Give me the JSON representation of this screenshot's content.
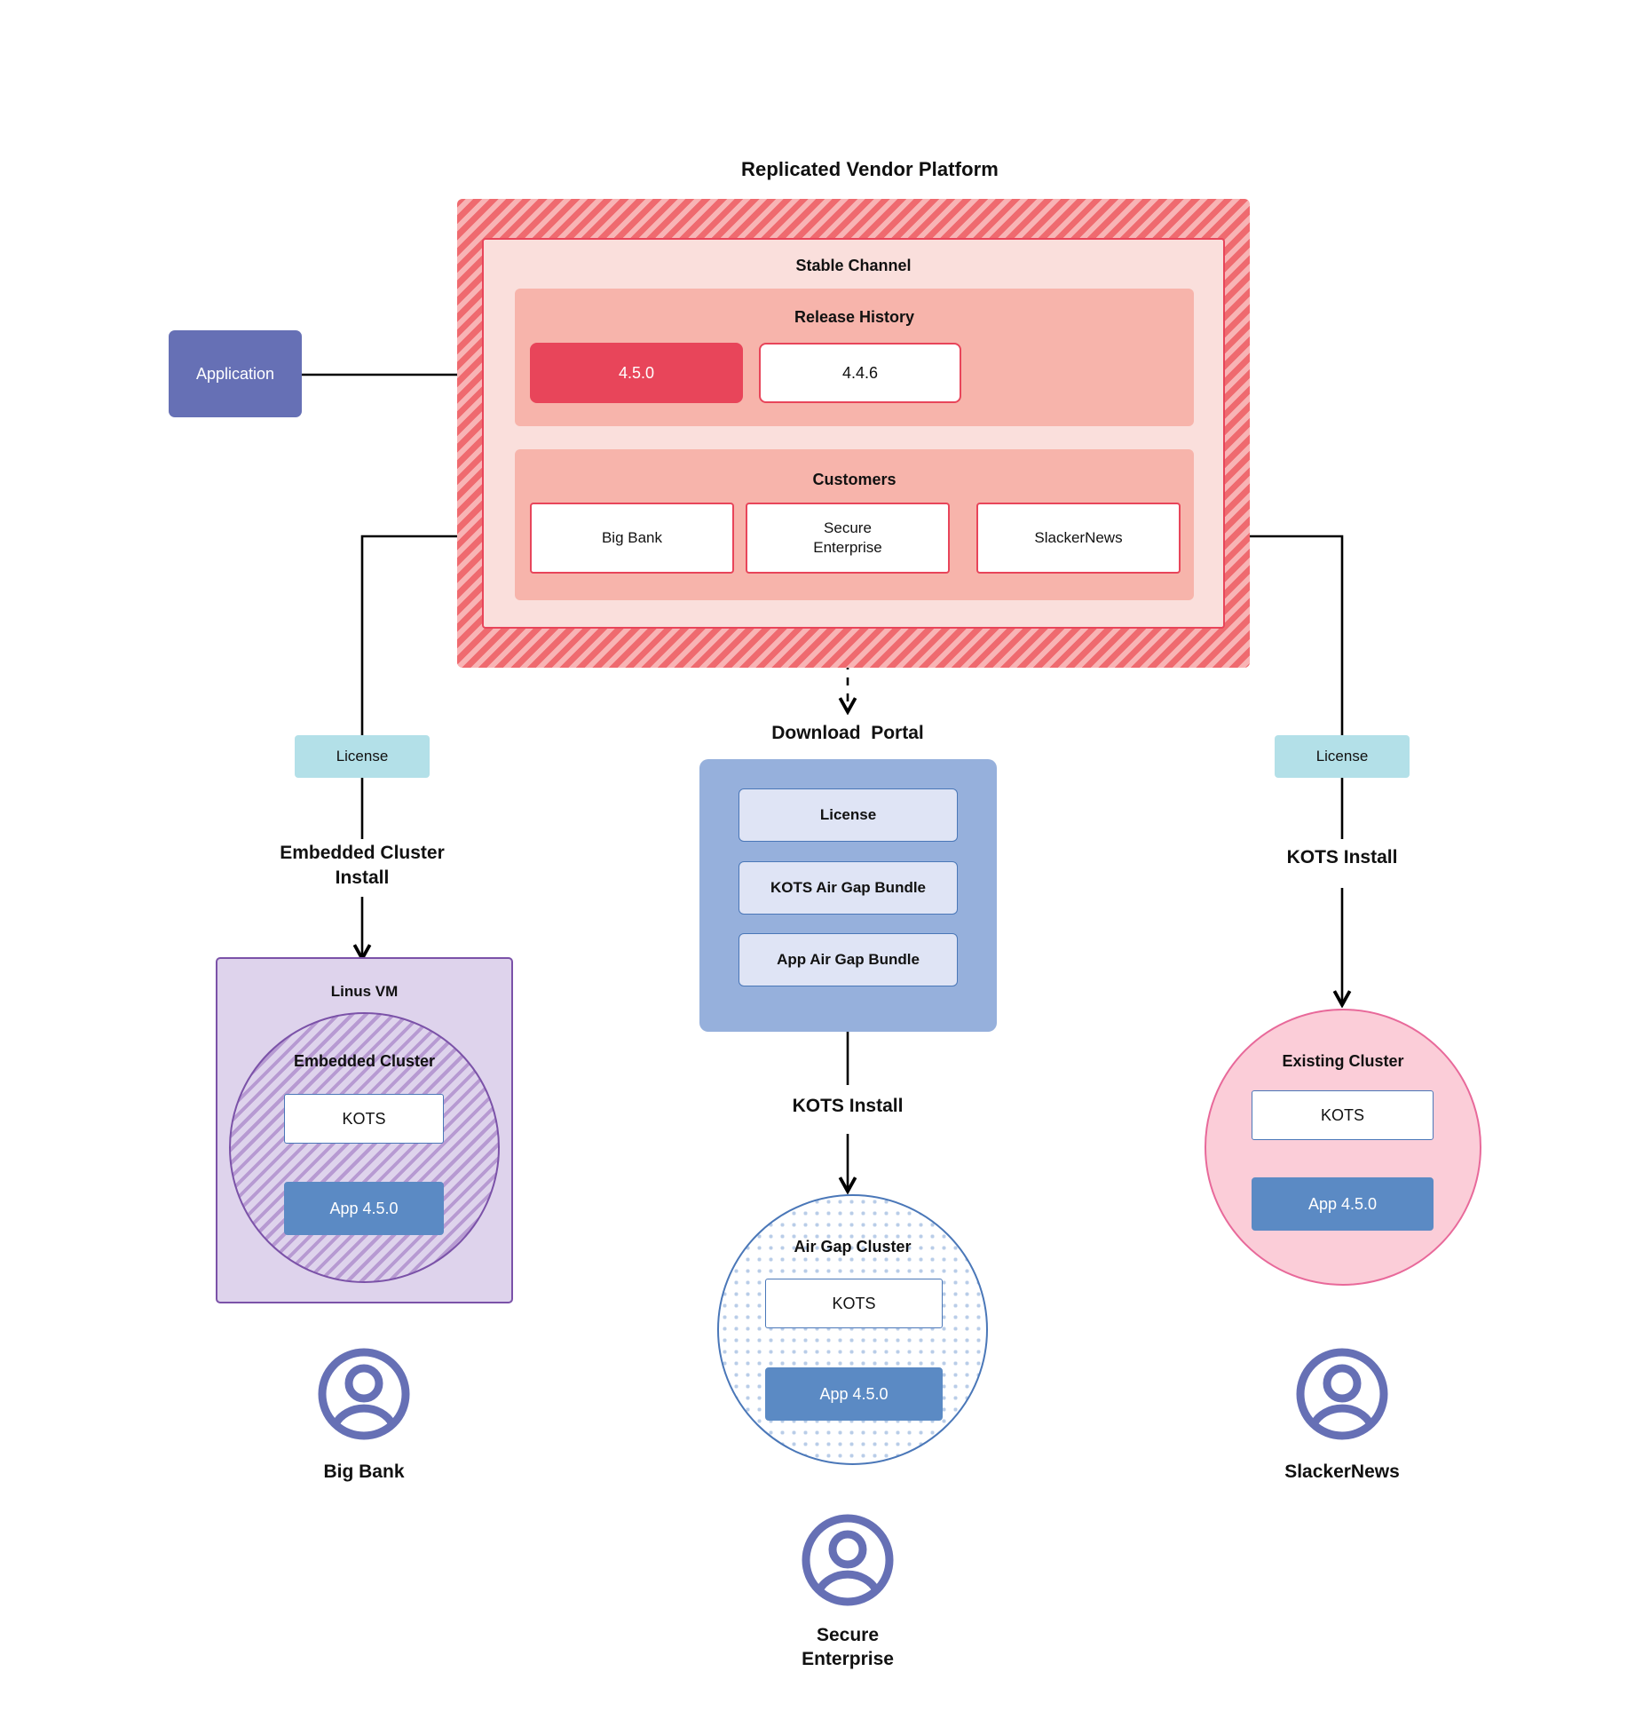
{
  "diagram": {
    "title": "Replicated Vendor Platform",
    "application": {
      "label": "Application"
    },
    "platform": {
      "channel_title": "Stable Channel",
      "release_history": {
        "title": "Release History",
        "releases": [
          {
            "version": "4.5.0",
            "state": "current"
          },
          {
            "version": "4.4.6",
            "state": "previous"
          }
        ]
      },
      "customers_section": {
        "title": "Customers",
        "customers": [
          {
            "name": "Big Bank"
          },
          {
            "name": "Secure\nEnterprise"
          },
          {
            "name": "SlackerNews"
          }
        ]
      }
    },
    "branches": {
      "left": {
        "license_label": "License",
        "install_label": "Embedded Cluster\nInstall",
        "vm_label": "Linus VM",
        "cluster_label": "Embedded Cluster",
        "kots_label": "KOTS",
        "app_label": "App 4.5.0",
        "persona_label": "Big Bank"
      },
      "middle": {
        "portal_title": "Download  Portal",
        "portal_items": [
          "License",
          "KOTS Air Gap Bundle",
          "App Air Gap Bundle"
        ],
        "install_label": "KOTS Install",
        "cluster_label": "Air Gap Cluster",
        "kots_label": "KOTS",
        "app_label": "App 4.5.0",
        "persona_label": "Secure\nEnterprise"
      },
      "right": {
        "license_label": "License",
        "install_label": "KOTS Install",
        "cluster_label": "Existing Cluster",
        "kots_label": "KOTS",
        "app_label": "App 4.5.0",
        "persona_label": "SlackerNews"
      }
    },
    "colors": {
      "platform_hatch": "#ef6a6f",
      "stable_channel_bg": "#fadfdc",
      "inner_band_bg": "#f7b4ab",
      "release_current": "#e8455a",
      "application": "#6670b5",
      "license": "#b3e0e8",
      "portal": "#96b0dc",
      "portal_item": "#dfe4f5",
      "vm": "#ded3ec",
      "vm_border": "#7b52a8",
      "airgap_border": "#4a77b8",
      "existing_cluster": "#fbcdd8",
      "existing_cluster_border": "#e8699a",
      "app_box": "#5b8ac4",
      "avatar": "#6670b5"
    }
  }
}
